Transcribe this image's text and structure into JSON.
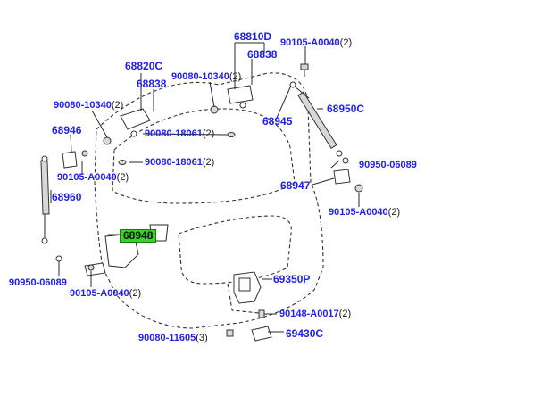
{
  "diagram": {
    "highlight_color": "#3bd12c",
    "label_color": "#1f1ff0",
    "callouts": [
      {
        "id": "68810D",
        "code": "68810D",
        "qty": ""
      },
      {
        "id": "90105-A0040-top",
        "code": "90105-A0040",
        "qty": "(2)"
      },
      {
        "id": "68838-right",
        "code": "68838",
        "qty": ""
      },
      {
        "id": "68820C",
        "code": "68820C",
        "qty": ""
      },
      {
        "id": "90080-10340-center",
        "code": "90080-10340",
        "qty": "(2)"
      },
      {
        "id": "68838-left",
        "code": "68838",
        "qty": ""
      },
      {
        "id": "90080-10340-left",
        "code": "90080-10340",
        "qty": "(2)"
      },
      {
        "id": "68950C",
        "code": "68950C",
        "qty": ""
      },
      {
        "id": "68945",
        "code": "68945",
        "qty": ""
      },
      {
        "id": "68946",
        "code": "68946",
        "qty": ""
      },
      {
        "id": "90080-18061-upper",
        "code": "90080-18061",
        "qty": "(2)"
      },
      {
        "id": "90080-18061-lower",
        "code": "90080-18061",
        "qty": "(2)"
      },
      {
        "id": "90950-06089-right",
        "code": "90950-06089",
        "qty": ""
      },
      {
        "id": "90105-A0040-left",
        "code": "90105-A0040",
        "qty": "(2)"
      },
      {
        "id": "68947",
        "code": "68947",
        "qty": ""
      },
      {
        "id": "68960",
        "code": "68960",
        "qty": ""
      },
      {
        "id": "90105-A0040-right",
        "code": "90105-A0040",
        "qty": "(2)"
      },
      {
        "id": "68948",
        "code": "68948",
        "qty": "",
        "highlighted": true
      },
      {
        "id": "90950-06089-left",
        "code": "90950-06089",
        "qty": ""
      },
      {
        "id": "69350P",
        "code": "69350P",
        "qty": ""
      },
      {
        "id": "90105-A0040-bottom",
        "code": "90105-A0040",
        "qty": "(2)"
      },
      {
        "id": "90148-A0017",
        "code": "90148-A0017",
        "qty": "(2)"
      },
      {
        "id": "90080-11605",
        "code": "90080-11605",
        "qty": "(3)"
      },
      {
        "id": "69430C",
        "code": "69430C",
        "qty": ""
      }
    ]
  }
}
